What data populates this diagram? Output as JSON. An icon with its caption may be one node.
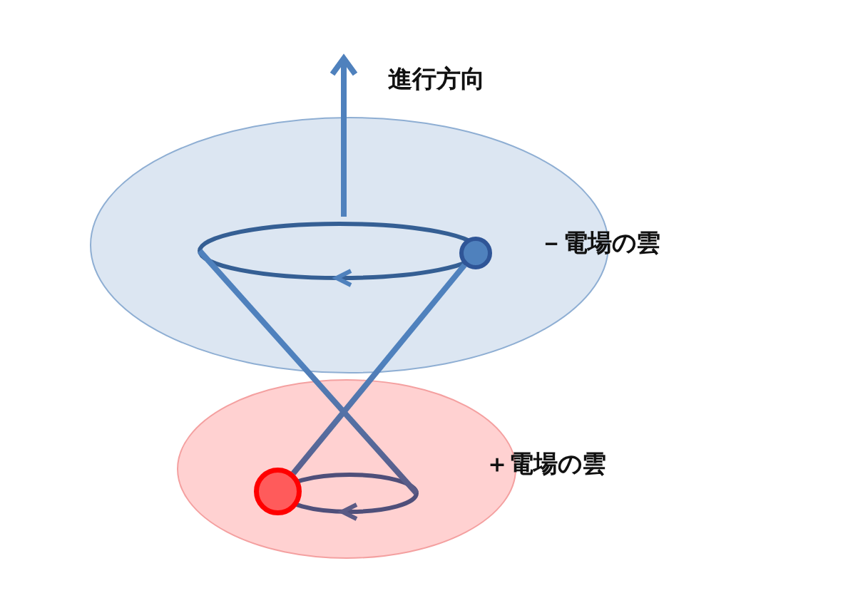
{
  "diagram": {
    "nodes": [
      {
        "text": [
          "－電場の雲"
        ]
      },
      {
        "text": [],
        "shape": "ellipse",
        "in": 0
      },
      {
        "text": [],
        "shape": "circle",
        "in": 0
      },
      {
        "text": [
          "＋電場の雲"
        ]
      },
      {
        "text": [],
        "shape": "ellipse",
        "in": 3
      },
      {
        "text": [],
        "shape": "circle",
        "in": 3
      }
    ],
    "edges": [
      {
        "from": 2,
        "to": 5,
        "arrow": "none"
      },
      {
        "from": 1,
        "to": 4,
        "arrow": "none"
      }
    ],
    "labels": [
      "進行方向"
    ]
  }
}
